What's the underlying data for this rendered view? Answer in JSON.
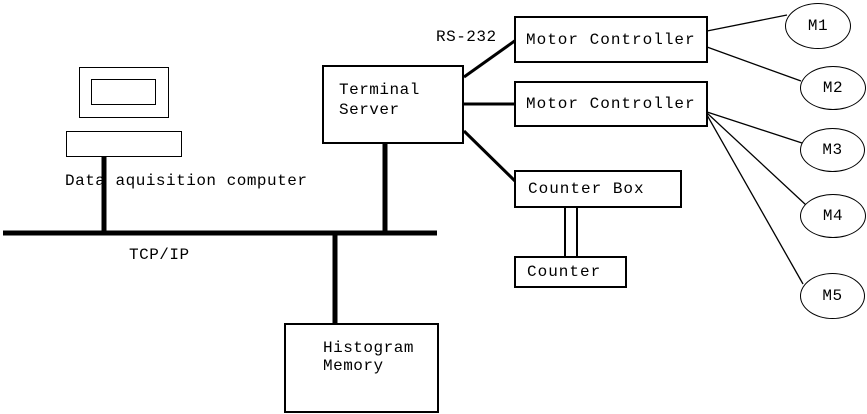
{
  "diagram": {
    "title_hint": "beamline control system block diagram",
    "nodes": {
      "data_acquisition_computer": {
        "label": "Data aquisition computer"
      },
      "terminal_server": {
        "label": "Terminal Server"
      },
      "motor_controller_1": {
        "label": "Motor Controller"
      },
      "motor_controller_2": {
        "label": "Motor Controller"
      },
      "counter_box": {
        "label": "Counter Box"
      },
      "counter": {
        "label": "Counter"
      },
      "histogram_memory": {
        "label": "Histogram Memory"
      },
      "motors": [
        "M1",
        "M2",
        "M3",
        "M4",
        "M5"
      ]
    },
    "edge_labels": {
      "serial_link": "RS-232",
      "network_bus": "TCP/IP"
    },
    "colors": {
      "line": "#000000",
      "background": "#ffffff"
    }
  }
}
